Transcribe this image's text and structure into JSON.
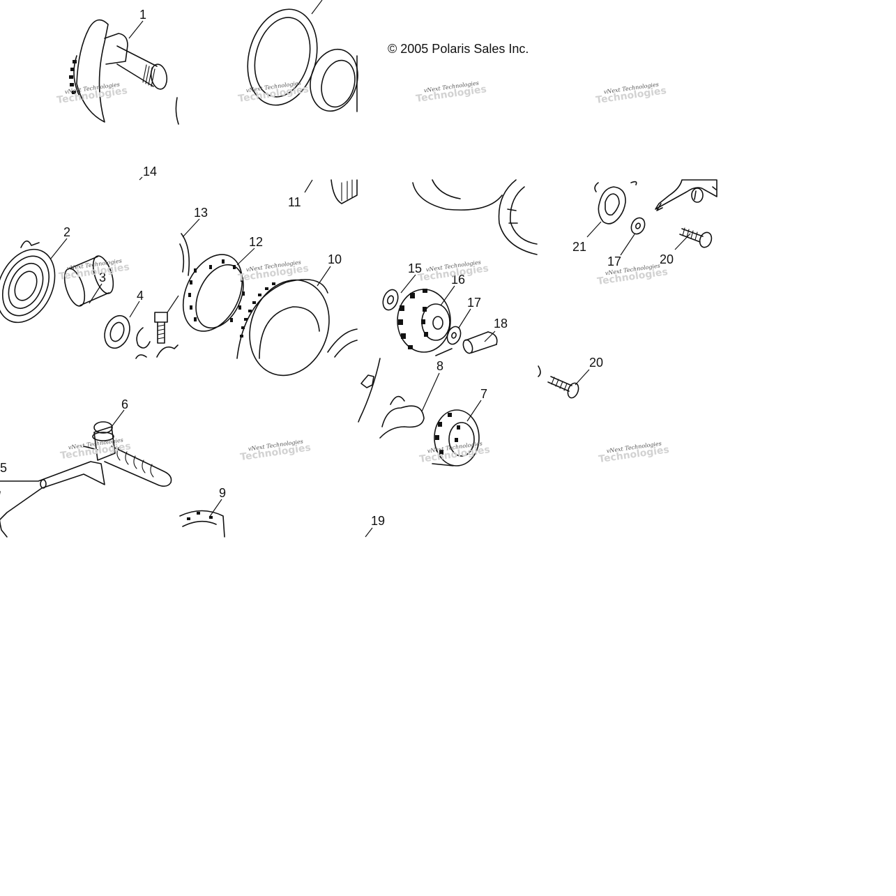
{
  "copyright": "© 2005 Polaris Sales Inc.",
  "watermark": {
    "line1": "vNext Technologies",
    "line2": "Technologies"
  },
  "callouts": {
    "c1": "1",
    "c2": "2",
    "c3": "3",
    "c4": "4",
    "c5": "5",
    "c6": "6",
    "c7": "7",
    "c8": "8",
    "c9": "9",
    "c10": "10",
    "c11": "11",
    "c12": "12",
    "c13": "13",
    "c14": "14",
    "c15": "15",
    "c16": "16",
    "c17a": "17",
    "c17b": "17",
    "c18": "18",
    "c19": "19",
    "c20a": "20",
    "c20b": "20",
    "c21": "21"
  }
}
